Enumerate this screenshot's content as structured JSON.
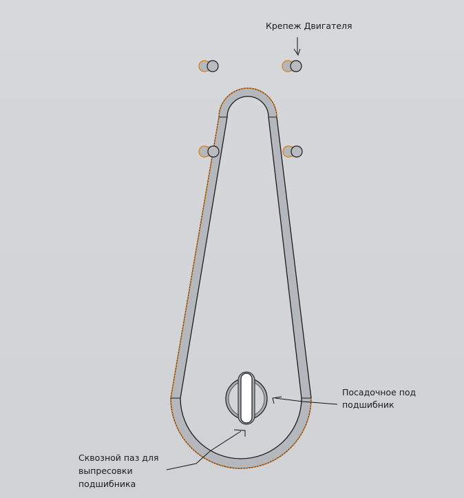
{
  "annotations": {
    "motor_mount": "Крепеж Двигателя",
    "bearing_seat_line1": "Посадочное под",
    "bearing_seat_line2": "подшибник",
    "through_slot_line1": "Сквозной паз для",
    "through_slot_line2": "выпресовки",
    "through_slot_line3": "подшибника"
  },
  "colors": {
    "background": "#d4d6d9",
    "part_face": "#b4b7bb",
    "edge": "#1a1a1a",
    "highlight_edge": "#e07a10"
  }
}
